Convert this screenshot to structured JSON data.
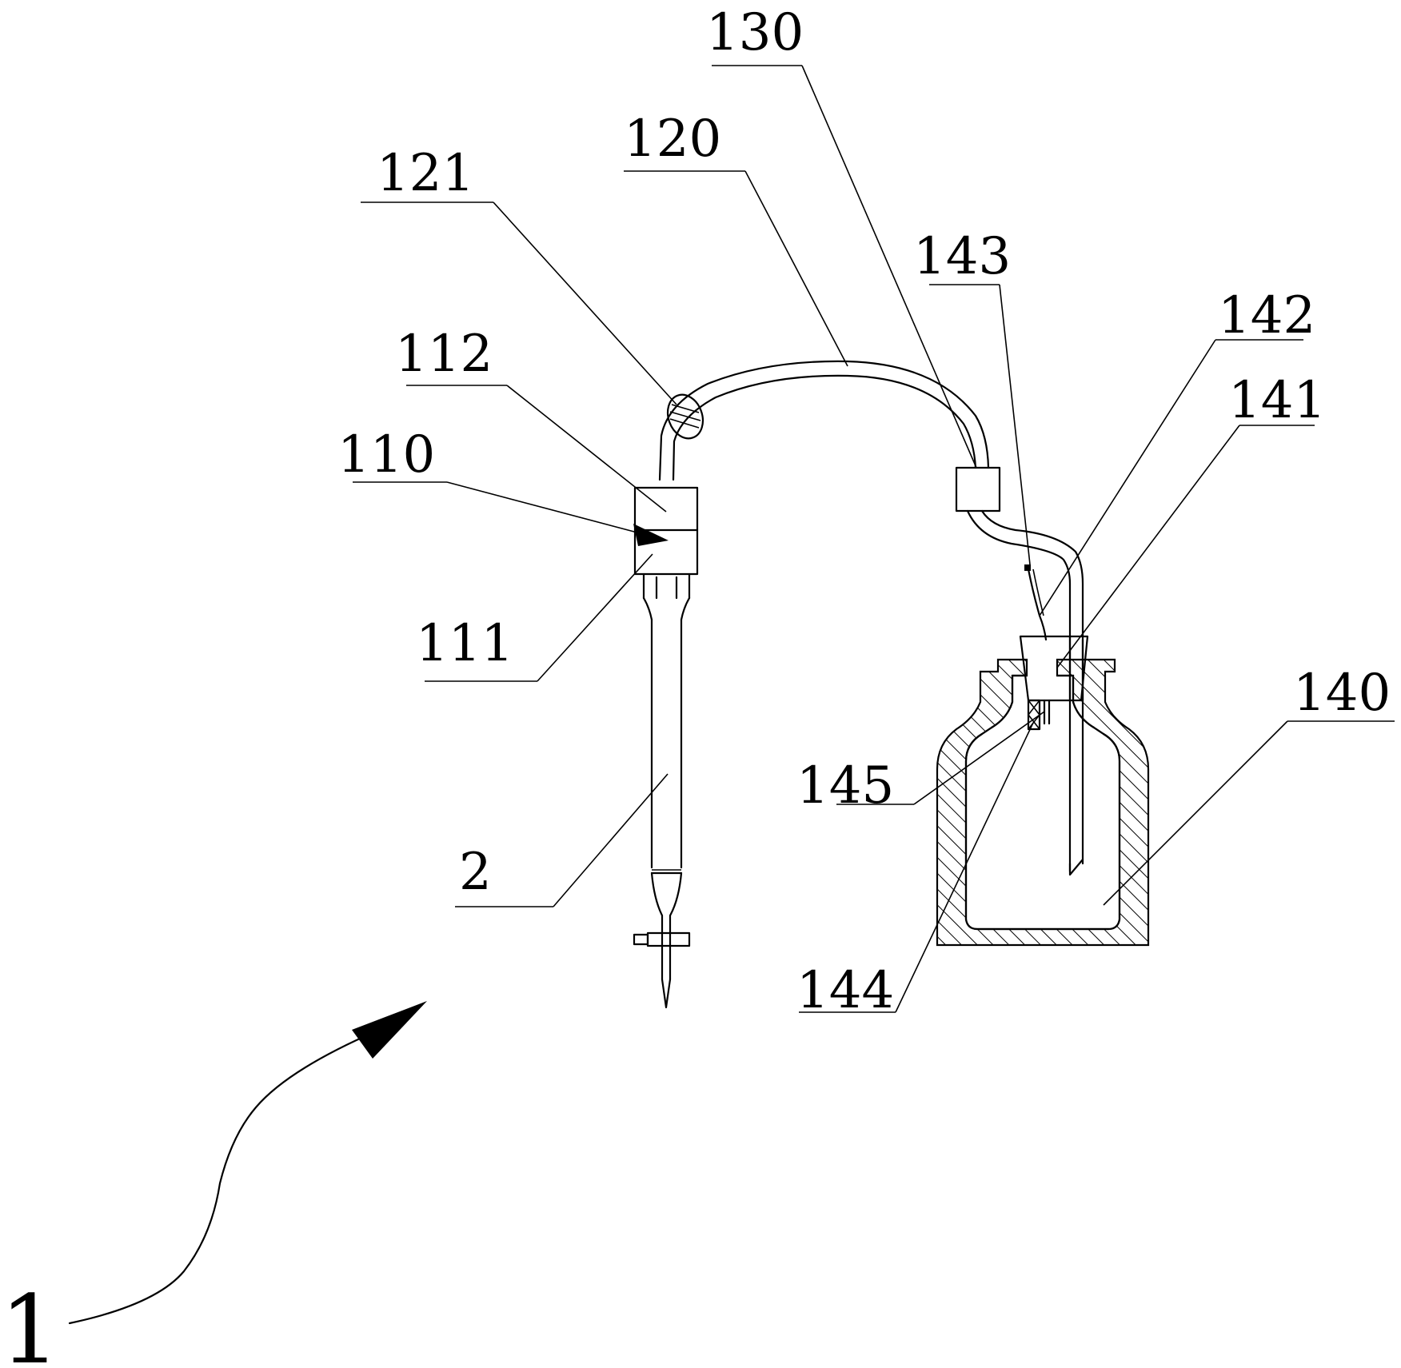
{
  "figure": {
    "labels": {
      "l130": "130",
      "l120": "120",
      "l121": "121",
      "l143": "143",
      "l142": "142",
      "l112": "112",
      "l141": "141",
      "l110": "110",
      "l111": "111",
      "l140": "140",
      "l145": "145",
      "l2": "2",
      "l144": "144",
      "l1": "1"
    }
  }
}
